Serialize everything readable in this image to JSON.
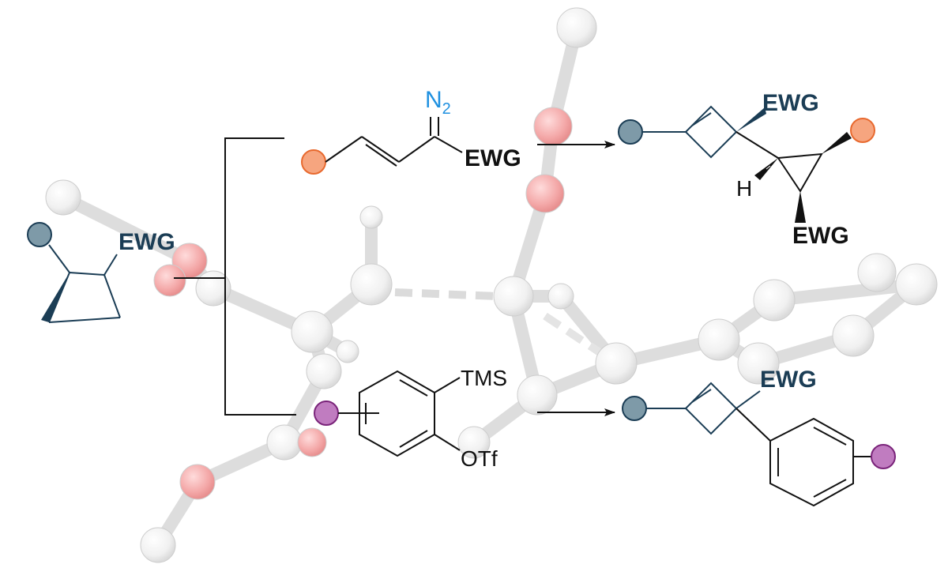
{
  "colors": {
    "dark_blue": "#1b3d55",
    "black": "#111111",
    "blue_label": "#1e90e0",
    "orange_fill": "#f6a57f",
    "orange_stroke": "#e8692e",
    "purple_fill": "#c07cc0",
    "purple_stroke": "#7a247a",
    "teal_fill": "#7e9aa8",
    "teal_stroke": "#1b3d55",
    "ghost_atom": "#e8e8e8",
    "ghost_bond": "#d0d0d0",
    "ghost_red": "#ee8a8a"
  },
  "labels": {
    "bicyclobutane_ewg": "EWG",
    "diazo_n2_main": "N",
    "diazo_n2_sub": "2",
    "diazo_ewg": "EWG",
    "product1_ewg_top": "EWG",
    "product1_h": "H",
    "product1_ewg_bottom": "EWG",
    "aryne_tms": "TMS",
    "aryne_otf": "OTf",
    "product2_ewg": "EWG"
  },
  "icons": {
    "substituent_r1": "teal-circle",
    "substituent_r2": "orange-circle",
    "substituent_r3": "purple-circle",
    "reaction_arrow": "right-arrow",
    "background_model": "ball-and-stick-molecule"
  }
}
